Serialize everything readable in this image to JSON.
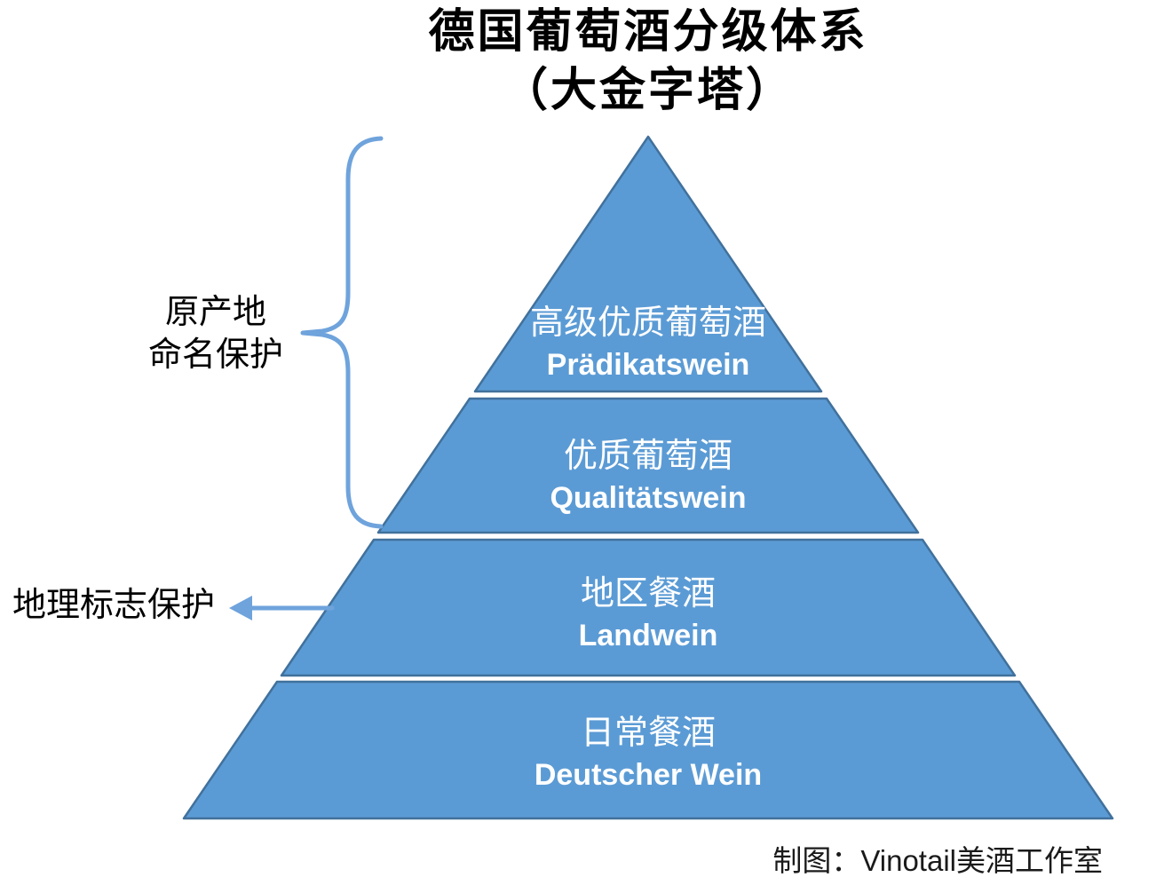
{
  "title": {
    "line1": "德国葡萄酒分级体系",
    "line2": "（大金字塔）"
  },
  "pyramid": {
    "tiers": [
      {
        "cn": "高级优质葡萄酒",
        "de": "Prädikatswein"
      },
      {
        "cn": "优质葡萄酒",
        "de": "Qualitätswein"
      },
      {
        "cn": "地区餐酒",
        "de": "Landwein"
      },
      {
        "cn": "日常餐酒",
        "de": "Deutscher Wein"
      }
    ]
  },
  "annotations": {
    "origin_line1": "原产地",
    "origin_line2": "命名保护",
    "geo": "地理标志保护"
  },
  "credit": "制图：Vinotail美酒工作室",
  "icons": {
    "origin_brace": "left-curly-brace",
    "geo_arrow": "left-arrow"
  },
  "colors": {
    "tier_fill": "#5B9BD5",
    "tier_border": "#41719C",
    "accent_line": "#6FA3DC",
    "text_on_tier": "#FFFFFF",
    "text_dark": "#000000"
  }
}
